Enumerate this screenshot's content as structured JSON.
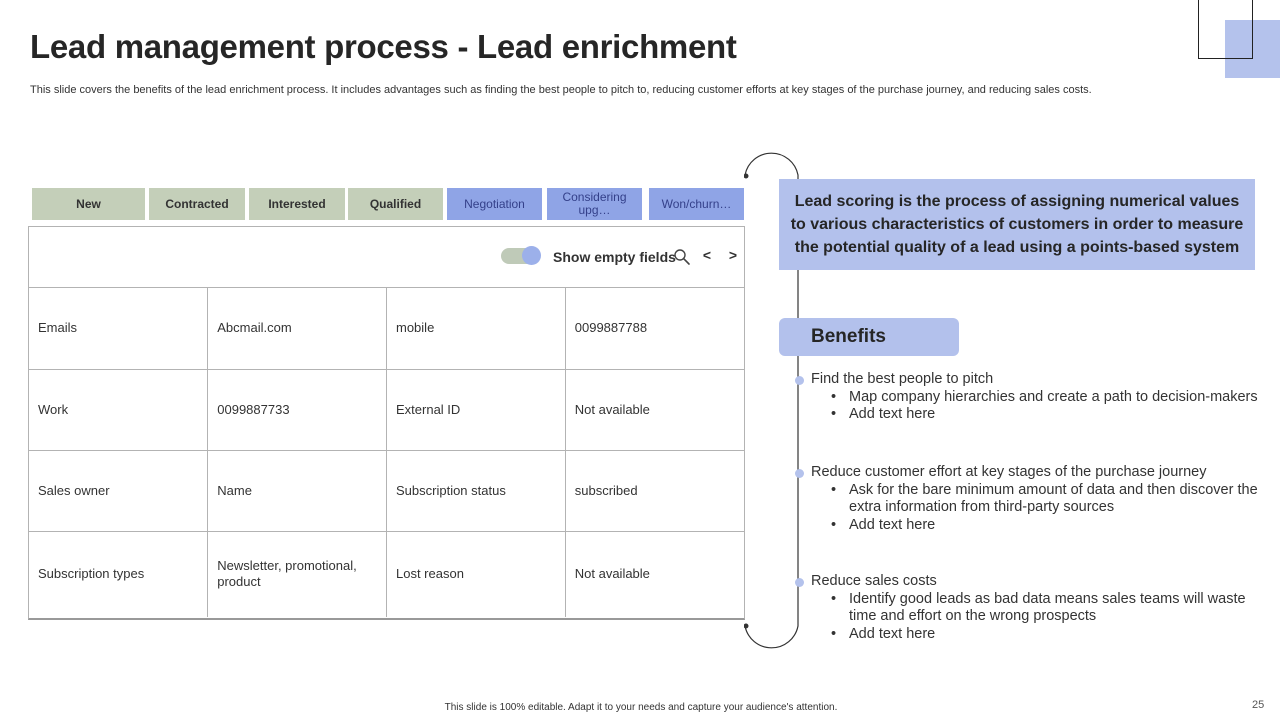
{
  "header": {
    "title": "Lead management process - Lead enrichment",
    "subtitle": "This slide covers the benefits of the lead enrichment process. It includes advantages such as finding the best people to pitch to,  reducing customer efforts at key stages of the purchase journey, and reducing sales costs."
  },
  "stages": [
    {
      "label": "New",
      "style": "green"
    },
    {
      "label": "Contracted",
      "style": "green"
    },
    {
      "label": "Interested",
      "style": "green"
    },
    {
      "label": "Qualified",
      "style": "green"
    },
    {
      "label": "Negotiation",
      "style": "blue"
    },
    {
      "label": "Considering upg…",
      "style": "blue"
    },
    {
      "label": "Won/churn…",
      "style": "blue"
    }
  ],
  "toolbar": {
    "toggle_label": "Show empty fields",
    "toggle_on": true,
    "prev": "<",
    "next": ">"
  },
  "table": {
    "rows": [
      [
        "Emails",
        "Abcmail.com",
        "mobile",
        "0099887788"
      ],
      [
        "Work",
        "0099887733",
        "External ID",
        "Not available"
      ],
      [
        "Sales owner",
        "Name",
        "Subscription status",
        "subscribed"
      ],
      [
        "Subscription types",
        "Newsletter, promotional,  product",
        "Lost reason",
        "Not available"
      ]
    ]
  },
  "callout": {
    "text": "Lead scoring is the process of assigning numerical values to various characteristics of customers in order to measure the potential quality of a lead using a points-based system"
  },
  "benefits": {
    "heading": "Benefits",
    "items": [
      {
        "title": "Find the best people to pitch",
        "bullets": [
          "Map company hierarchies and create a path to decision-makers",
          "Add text here"
        ]
      },
      {
        "title": "Reduce customer effort at key stages of the purchase journey",
        "bullets": [
          "Ask for the bare minimum amount of data and then discover the extra information from third-party sources",
          "Add text here"
        ]
      },
      {
        "title": "Reduce sales costs",
        "bullets": [
          "Identify good leads as bad data means sales teams will waste time and effort on the wrong prospects",
          "Add text here"
        ]
      }
    ]
  },
  "footer": {
    "note": "This slide is 100% editable. Adapt it to your needs and capture your audience's attention.",
    "page_number": "25"
  },
  "colors": {
    "accent_blue": "#b3c1ec",
    "stage_green": "#c4cfb9",
    "stage_blue": "#8fa4e6"
  }
}
